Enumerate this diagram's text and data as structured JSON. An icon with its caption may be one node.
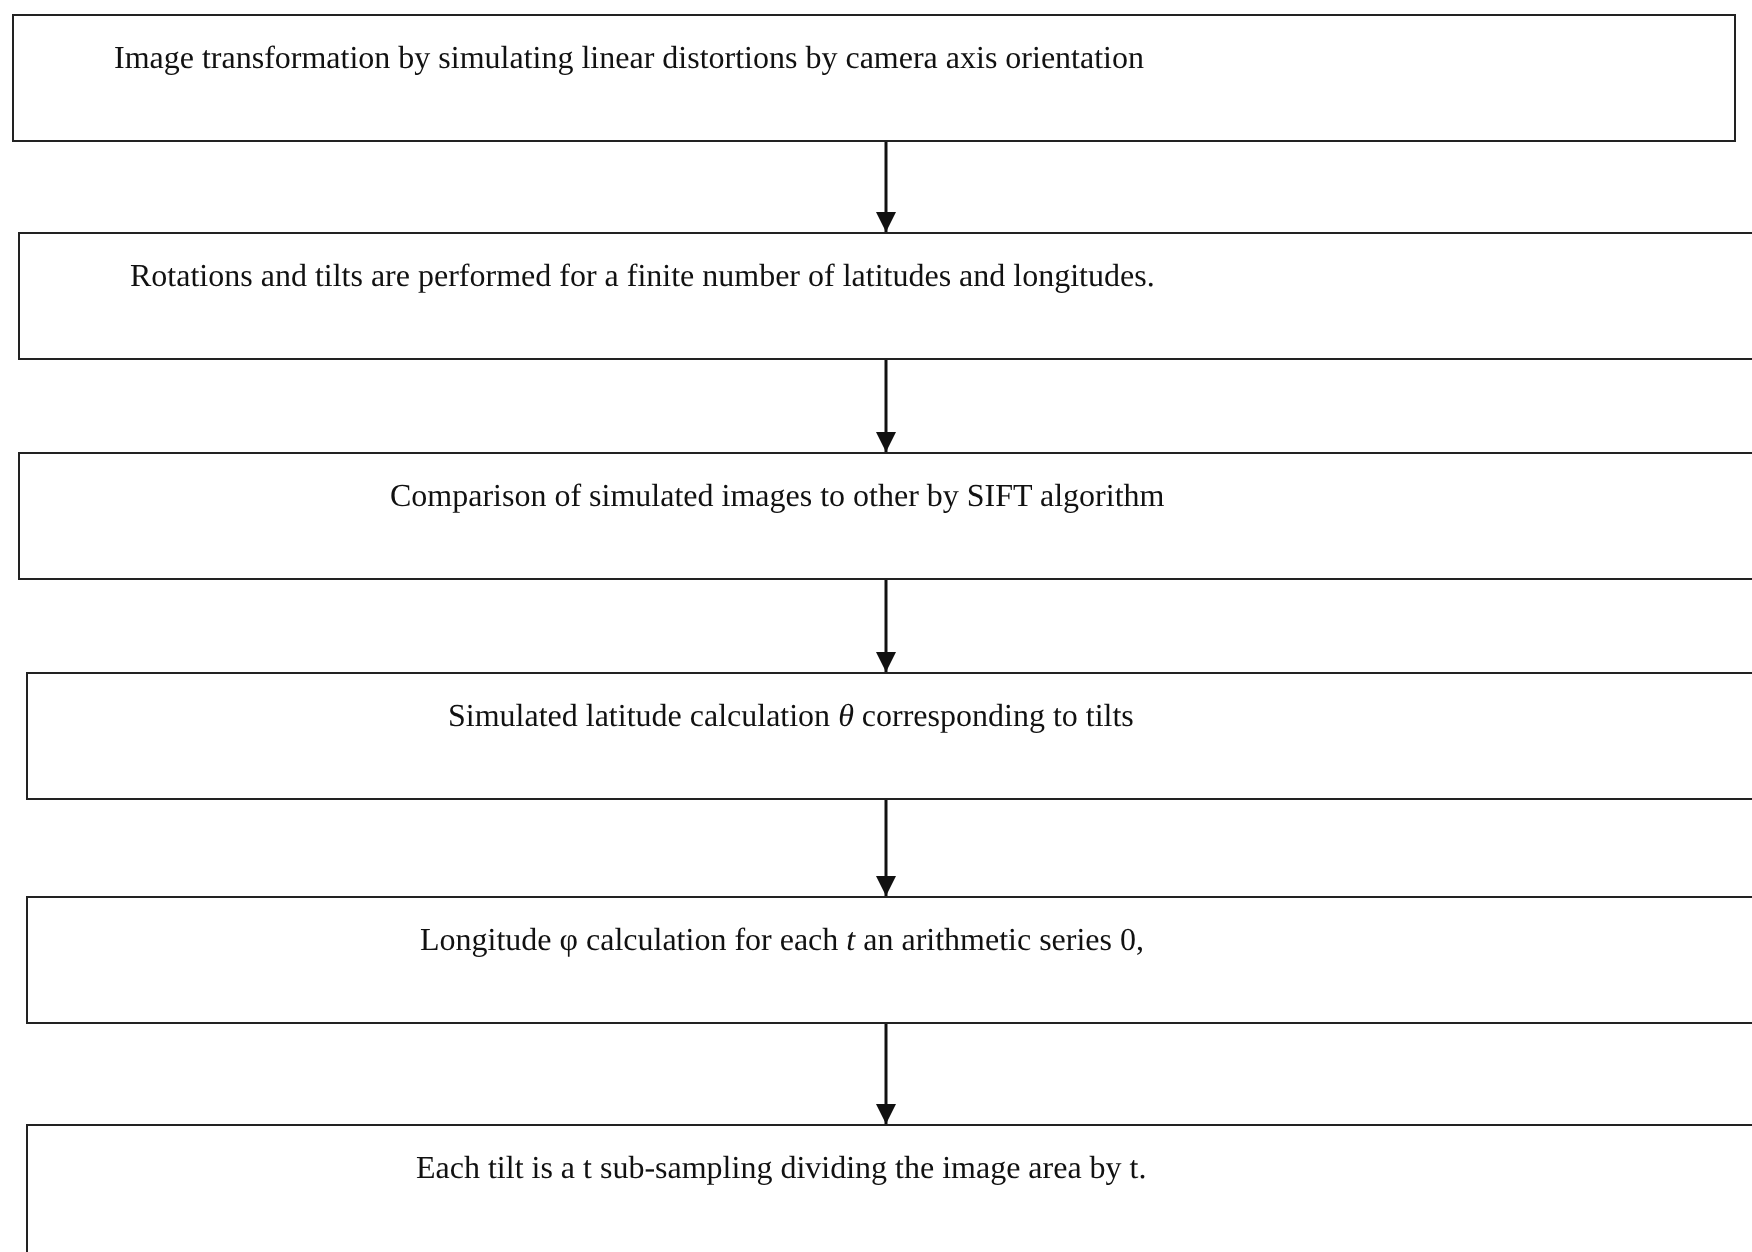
{
  "diagram": {
    "nodes": [
      {
        "text": [
          "Image transformation by simulating linear distortions by camera axis orientation"
        ]
      },
      {
        "text": [
          "Rotations and tilts are performed for a finite number of latitudes and longitudes."
        ]
      },
      {
        "text": [
          "Comparison of simulated images to other by SIFT algorithm"
        ]
      },
      {
        "text": [
          "Simulated latitude calculation *θ* corresponding to tilts"
        ]
      },
      {
        "text": [
          "Longitude φ calculation for each *t* an arithmetic series 0,"
        ]
      },
      {
        "text": [
          "Each tilt is a t sub-sampling dividing the image area by t."
        ]
      }
    ],
    "edges": [
      {
        "from": 0,
        "to": 1,
        "arrow": "to"
      },
      {
        "from": 1,
        "to": 2,
        "arrow": "to"
      },
      {
        "from": 2,
        "to": 3,
        "arrow": "to"
      },
      {
        "from": 3,
        "to": 4,
        "arrow": "to"
      },
      {
        "from": 4,
        "to": 5,
        "arrow": "to"
      }
    ]
  }
}
